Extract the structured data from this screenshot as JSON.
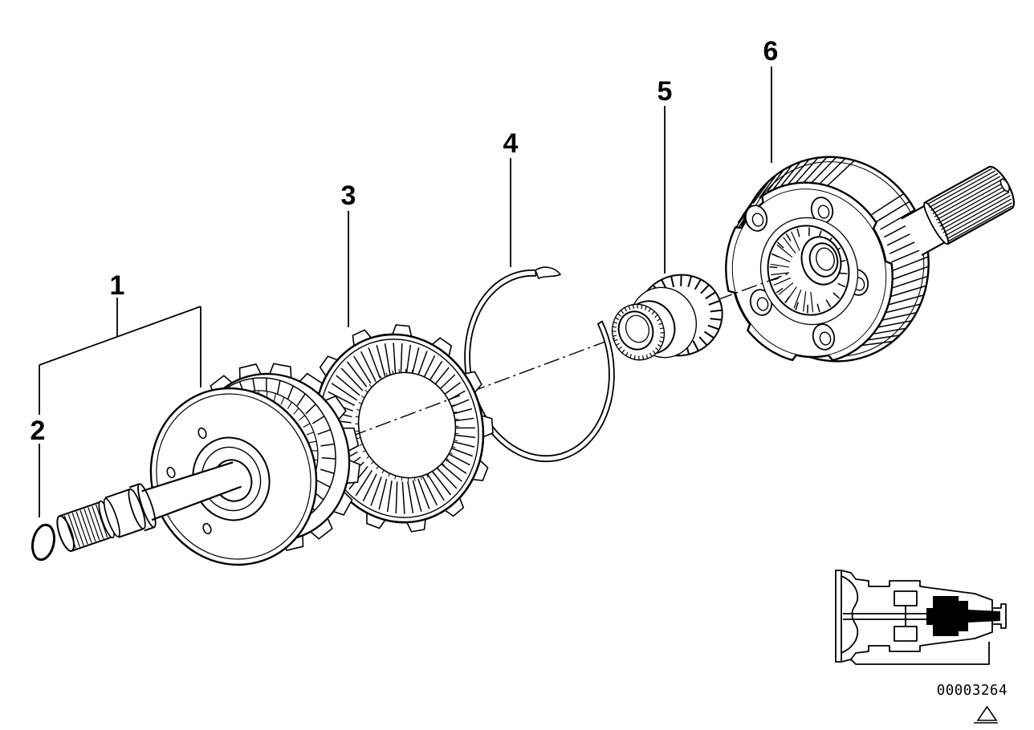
{
  "figure": {
    "callouts": [
      {
        "label": "1"
      },
      {
        "label": "2"
      },
      {
        "label": "3"
      },
      {
        "label": "4"
      },
      {
        "label": "5"
      },
      {
        "label": "6"
      }
    ],
    "drawing_number": "00003264",
    "colors": {
      "line": "#000000",
      "background": "#ffffff"
    }
  }
}
